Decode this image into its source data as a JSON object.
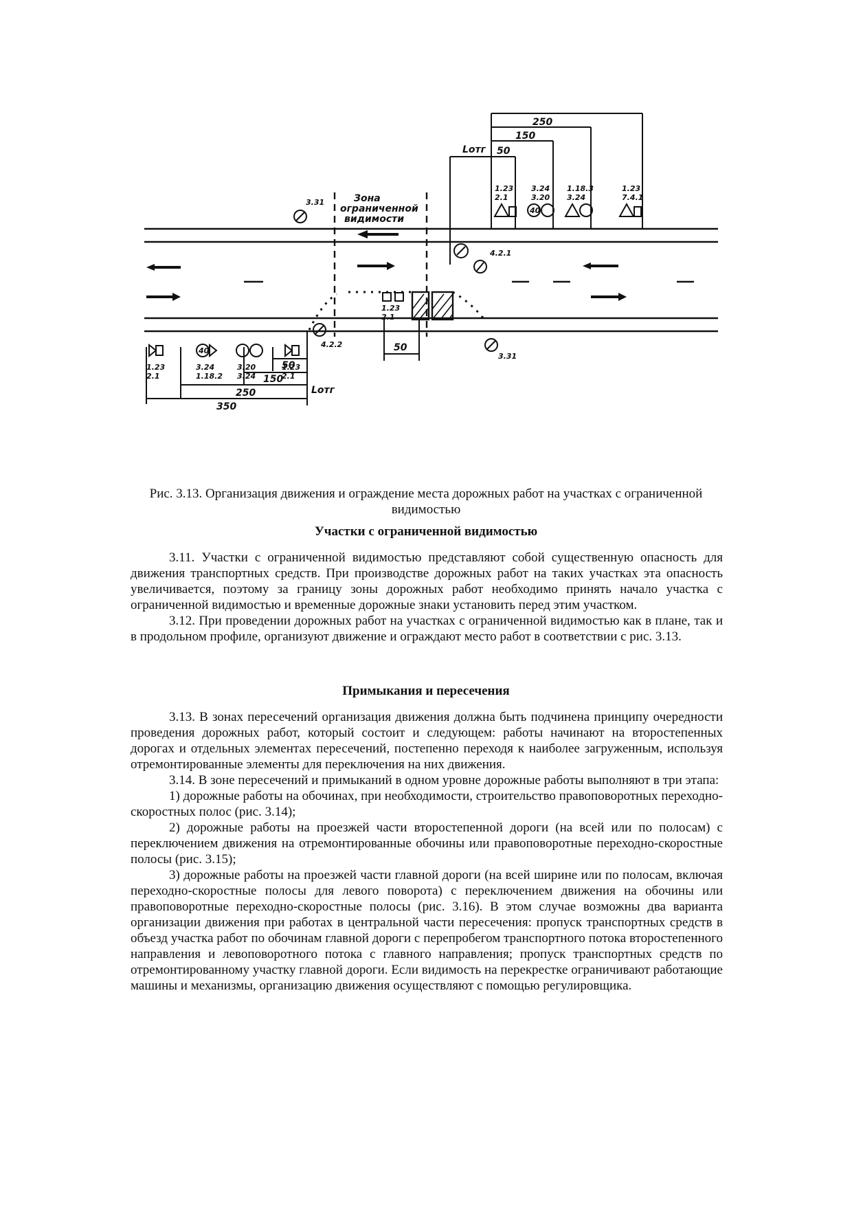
{
  "figure": {
    "zone_label": [
      "Зона",
      "ограниченной",
      "видимости"
    ],
    "l_label": "Lотг",
    "top_dims": [
      "350",
      "250",
      "150",
      "50"
    ],
    "bottom_dims": [
      "50",
      "150",
      "250",
      "350"
    ],
    "work_dim": "50",
    "top_sign_codes": [
      "1.23\n2.1",
      "3.24\n3.20",
      "1.18.3\n3.24",
      "1.23\n7.4.1"
    ],
    "bottom_sign_codes": [
      "1.23\n2.1",
      "3.24\n1.18.2",
      "3.20\n3.24",
      "1.23\n2.1"
    ],
    "sign_3_31_top": "3.31",
    "sign_3_31_bottom": "3.31",
    "sign_4_2_1_top": "4.2.1",
    "sign_4_2_2": "4.2.2",
    "sign_1_23_2_1": "1.23\n2.1",
    "speed_top": "40",
    "speed_bottom": "40"
  },
  "caption": "Рис. 3.13. Организация движения и ограждение места дорожных работ на участках с ограниченной видимостью",
  "sections": [
    {
      "heading": "Участки с ограниченной видимостью",
      "paragraphs": [
        "3.11. Участки с ограниченной видимостью представляют собой существенную опасность для движения транспортных средств. При производстве дорожных работ на таких участках эта опасность увеличивается, поэтому за границу зоны дорожных работ необходимо принять начало участка с ограниченной видимостью и временные дорожные знаки установить перед этим участком.",
        "3.12. При проведении дорожных работ на участках с ограниченной видимостью как в плане, так и в продольном профиле, организуют движение и ограждают место работ в соответствии с рис. 3.13."
      ]
    },
    {
      "heading": "Примыкания и пересечения",
      "paragraphs": [
        "3.13. В зонах пересечений организация движения должна быть подчинена принципу очередности проведения дорожных работ, который состоит и следующем: работы начинают на второстепенных дорогах и отдельных элементах пересечений, постепенно переходя к наиболее загруженным, используя отремонтированные элементы для переключения на них движения.",
        "3.14. В зоне пересечений и примыканий в одном уровне дорожные работы выполняют в три этапа:",
        "1) дорожные работы на обочинах, при необходимости, строительство правоповоротных переходно-скоростных полос (рис. 3.14);",
        "2) дорожные работы на проезжей части второстепенной дороги (на всей или по полосам) с переключением движения на отремонтированные обочины или правоповоротные переходно-скоростные полосы (рис. 3.15);",
        "3) дорожные работы на проезжей части главной дороги (на всей ширине или по полосам, включая переходно-скоростные полосы для левого поворота) с переключением движения на обочины или правоповоротные переходно-скоростные полосы (рис. 3.16). В этом случае возможны два варианта организации движения при работах в центральной части пересечения: пропуск транспортных средств в объезд участка работ по обочинам главной дороги с перепробегом транспортного потока второстепенного направления и левоповоротного потока с главного направления; пропуск транспортных средств по отремонтированному участку главной дороги. Если видимость на перекрестке ограничивают работающие машины и механизмы, организацию движения осуществляют с помощью регулировщика."
      ]
    }
  ]
}
